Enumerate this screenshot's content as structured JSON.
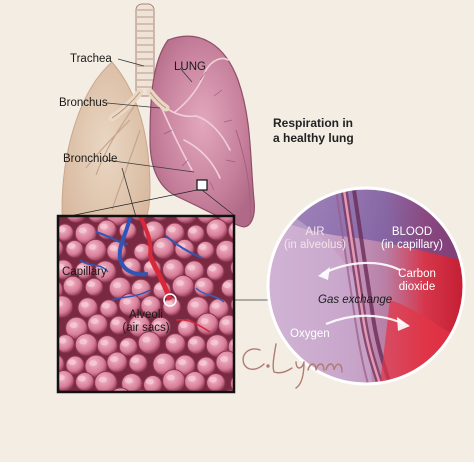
{
  "labels": {
    "trachea": "Trachea",
    "lung": "LUNG",
    "bronchus": "Bronchus",
    "bronchiole": "Bronchiole",
    "capillary": "Capillary",
    "alveoli": "Alveoli",
    "alveoli_sub": "(air sacs)",
    "title_line1": "Respiration in",
    "title_line2": "a healthy lung",
    "air": "AIR",
    "air_sub": "(in alveolus)",
    "blood": "BLOOD",
    "blood_sub": "(in capillary)",
    "carbon_line1": "Carbon",
    "carbon_line2": "dioxide",
    "gas_exchange": "Gas exchange",
    "oxygen": "Oxygen"
  },
  "signature": "C. Lynm",
  "colors": {
    "background": "#f3ede4",
    "lung_tissue": "#c9879f",
    "alveolus_fill": "#d98aa2",
    "blood_red": "#d8283a",
    "blood_blue": "#3d5fb4",
    "airway_outline": "#9a6a5a"
  }
}
